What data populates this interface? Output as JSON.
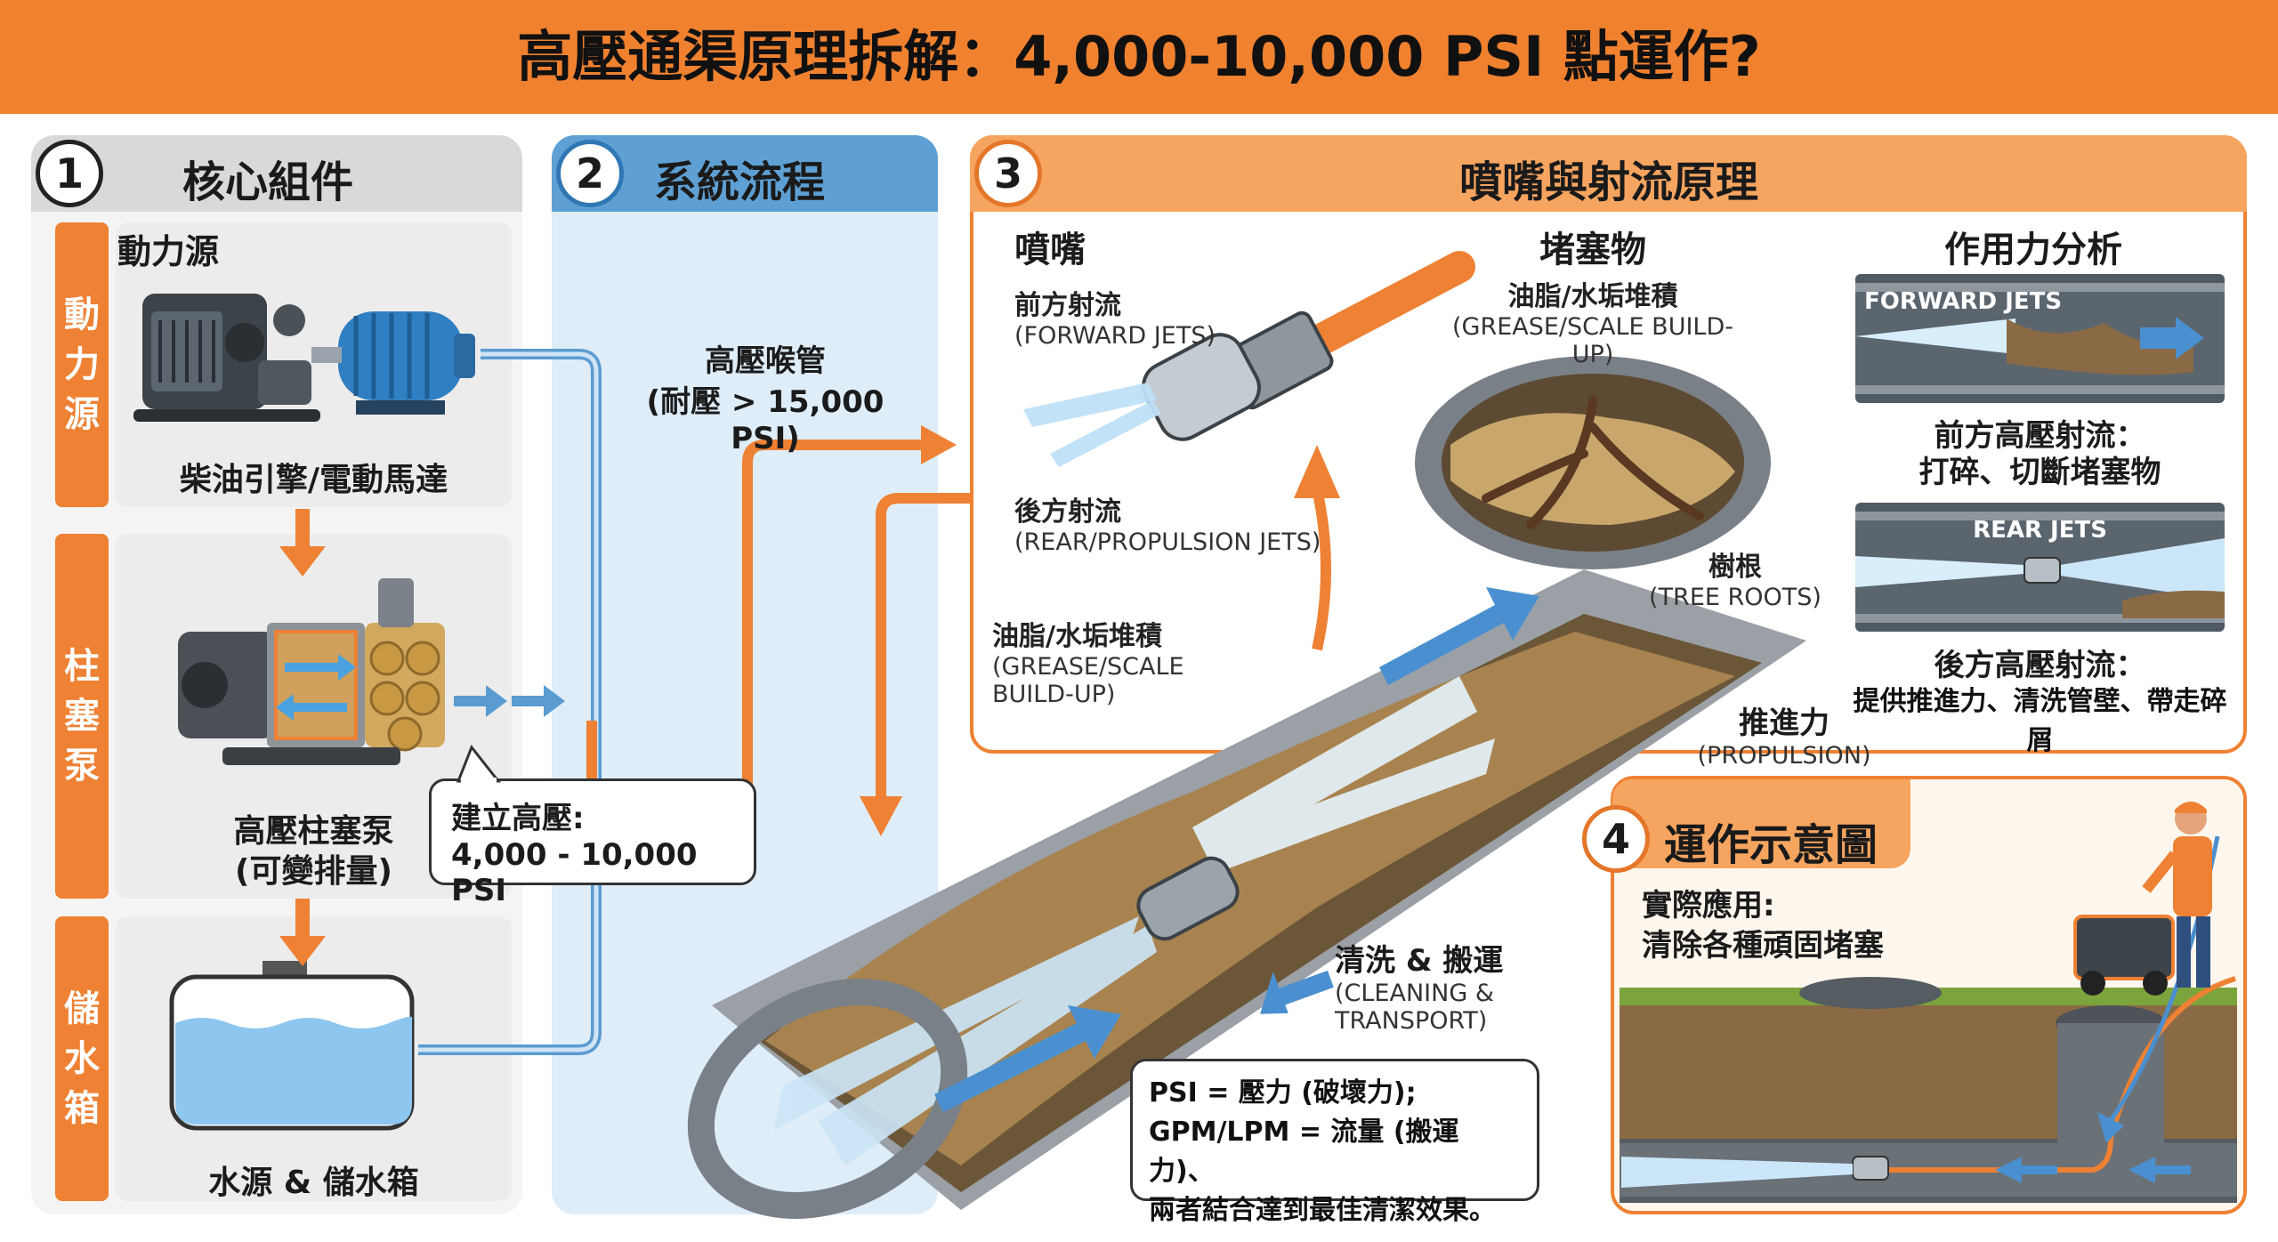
{
  "title": "高壓通渠原理拆解：4,000-10,000 PSI 點運作?",
  "section1": {
    "number": "1",
    "heading": "核心組件",
    "power": {
      "side_label": "動\n力\n源",
      "subhead": "動力源",
      "caption": "柴油引擎/電動馬達"
    },
    "pump": {
      "side_label": "柱\n塞\n泵",
      "caption_line1": "高壓柱塞泵",
      "caption_line2": "(可變排量)"
    },
    "tank": {
      "side_label": "儲\n水\n箱",
      "caption": "水源 & 儲水箱"
    }
  },
  "section2": {
    "number": "2",
    "heading": "系統流程",
    "hose_line1": "高壓喉管",
    "hose_line2": "(耐壓 > 15,000 PSI)",
    "pressure_line1": "建立高壓:",
    "pressure_line2": "4,000 - 10,000 PSI"
  },
  "section3": {
    "number": "3",
    "heading": "噴嘴與射流原理",
    "col_nozzle": "噴嘴",
    "col_blockage": "堵塞物",
    "col_force": "作用力分析",
    "forward_jets_zh": "前方射流",
    "forward_jets_en": "(FORWARD JETS)",
    "rear_jets_zh": "後方射流",
    "rear_jets_en": "(REAR/PROPULSION JETS)",
    "grease_top_zh": "油脂/水垢堆積",
    "grease_top_en": "(GREASE/SCALE BUILD-UP)",
    "roots_zh": "樹根",
    "roots_en": "(TREE ROOTS)",
    "grease_left_zh": "油脂/水垢堆積",
    "grease_left_en1": "(GREASE/SCALE",
    "grease_left_en2": "BUILD-UP)",
    "propulsion_zh": "推進力",
    "propulsion_en": "(PROPULSION)",
    "cleaning_zh": "清洗 & 搬運",
    "cleaning_en1": "(CLEANING &",
    "cleaning_en2": "TRANSPORT)",
    "forward_box_label": "FORWARD JETS",
    "forward_desc1": "前方高壓射流：",
    "forward_desc2": "打碎、切斷堵塞物",
    "rear_box_label": "REAR JETS",
    "rear_desc1": "後方高壓射流：",
    "rear_desc2": "提供推進力、清洗管壁、帶走碎屑",
    "note_line1": "PSI = 壓力 (破壞力);",
    "note_line2": "GPM/LPM = 流量 (搬運力)、",
    "note_line3": "兩者結合達到最佳清潔效果。"
  },
  "section4": {
    "number": "4",
    "heading": "運作示意圖",
    "app_line1": "實際應用:",
    "app_line2": "清除各種頑固堵塞"
  },
  "colors": {
    "orange": "#ee8133",
    "blue": "#5ea0d3",
    "pipe_gray": "#8d9399",
    "water": "#b9dcf3",
    "sludge": "#8a6a44"
  }
}
